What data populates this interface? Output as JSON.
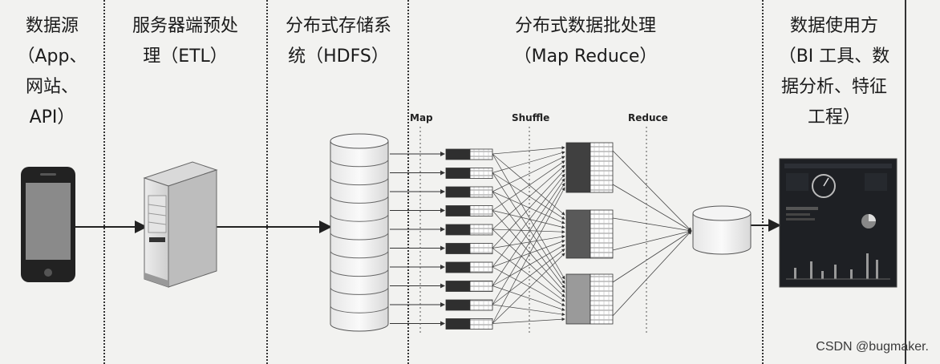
{
  "columns": {
    "source": [
      "数据源",
      "（App、",
      "网站、",
      "API）"
    ],
    "etl": [
      "服务器端预处",
      "理（ETL）"
    ],
    "hdfs": [
      "分布式存储系",
      "统（HDFS）"
    ],
    "mapreduce": [
      "分布式数据批处理",
      "（Map Reduce）"
    ],
    "consumer": [
      "数据使用方",
      "（BI 工具、数",
      "据分析、特征",
      "工程）"
    ]
  },
  "mapreduce_stages": {
    "map": "Map",
    "shuffle": "Shuffle",
    "reduce": "Reduce"
  },
  "watermark": "CSDN @bugmaker.",
  "colors": {
    "reducer_1": "#404040",
    "reducer_2": "#595959",
    "reducer_3": "#9a9a9a",
    "map_block": "#2f2f2f",
    "dashboard_bg": "#1e2024"
  }
}
